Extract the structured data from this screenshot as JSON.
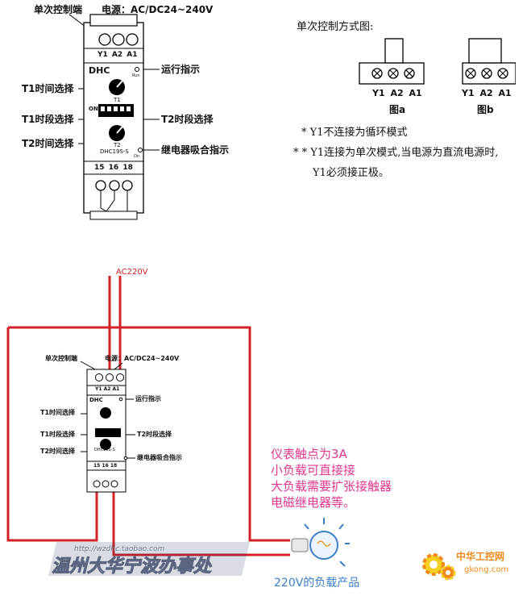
{
  "top_device": {
    "label_single_ctrl": "单次控制端",
    "label_power": "电源：AC/DC24~240V",
    "terminals_top": "Y1  A2  A1",
    "brand": "DHC",
    "model": "DHC19S-S",
    "label_run": "运行指示",
    "label_t1_time": "T1时间选择",
    "label_t1_range": "T1时段选择",
    "label_t2_range": "T2时段选择",
    "label_t2_time": "T2时间选择",
    "label_relay": "继电器吸合指示",
    "terminals_bottom": "15  16  18",
    "dial_t1": "T1",
    "dial_t2": "T2",
    "switch_on": "ON",
    "run_small": "Run",
    "on_small": "On"
  },
  "single_mode": {
    "title": "单次控制方式图:",
    "fig_a_terms": "Y1  A2  A1",
    "fig_a_caption": "图a",
    "fig_b_terms": "Y1  A2  A1",
    "fig_b_caption": "图b",
    "note1": "* Y1不连接为循环模式",
    "note2": "* * Y1连接为单次模式,当电源为直流电源时,",
    "note3": "Y1必须接正极。"
  },
  "bottom_diagram": {
    "supply_label": "AC220V",
    "device_label_single": "单次控制端",
    "device_label_power": "电源：AC/DC24~240V",
    "device_terms_top": "Y1  A2  A1",
    "device_brand": "DHC",
    "device_model": "DHC19S-S",
    "device_run": "运行指示",
    "device_t1_time": "T1时间选择",
    "device_t1_range": "T1时段选择",
    "device_t2_range": "T2时段选择",
    "device_t2_time": "T2时间选择",
    "device_relay": "继电器吸合指示",
    "device_terms_bottom": "15  16  18",
    "note_lines": [
      "仪表触点为3A",
      "小负载可直接接",
      "大负载需要扩张接触器",
      "电磁继电器等。"
    ],
    "load_label": "220V的负载产品",
    "watermark_url": "http://wzdhc.taobao.com",
    "watermark_shop": "温州大华宁波办事处",
    "logo_text": "中华工控网",
    "logo_sub": "gkong.com"
  },
  "colors": {
    "wire_red": "#d1222a",
    "note_magenta": "#e0388f",
    "load_blue": "#3b7fc8",
    "logo_orange": "#f08a1c"
  }
}
